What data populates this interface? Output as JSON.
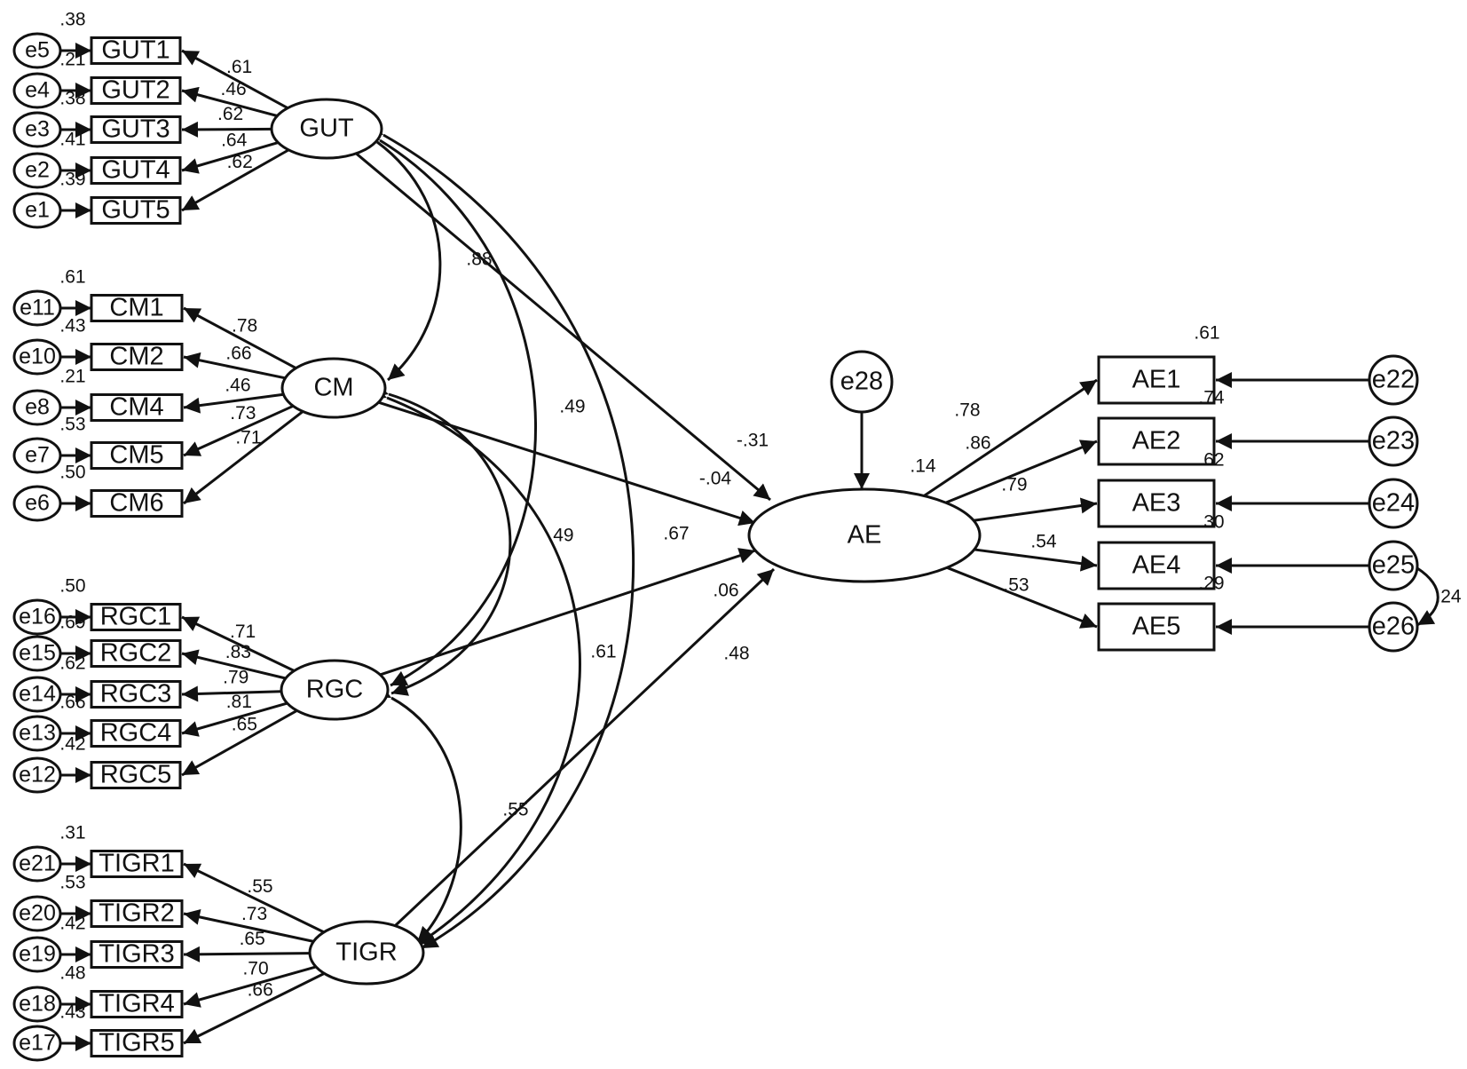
{
  "diagram": {
    "latents": [
      {
        "id": "GUT",
        "label": "GUT"
      },
      {
        "id": "CM",
        "label": "CM"
      },
      {
        "id": "RGC",
        "label": "RGC"
      },
      {
        "id": "TIGR",
        "label": "TIGR"
      },
      {
        "id": "AE",
        "label": "AE"
      }
    ],
    "indicators": [
      {
        "id": "GUT1",
        "label": "GUT1",
        "error": "e5",
        "r2": ".38",
        "loading": ".61"
      },
      {
        "id": "GUT2",
        "label": "GUT2",
        "error": "e4",
        "r2": ".21",
        "loading": ".46"
      },
      {
        "id": "GUT3",
        "label": "GUT3",
        "error": "e3",
        "r2": ".38",
        "loading": ".62"
      },
      {
        "id": "GUT4",
        "label": "GUT4",
        "error": "e2",
        "r2": ".41",
        "loading": ".64"
      },
      {
        "id": "GUT5",
        "label": "GUT5",
        "error": "e1",
        "r2": ".39",
        "loading": ".62"
      },
      {
        "id": "CM1",
        "label": "CM1",
        "error": "e11",
        "r2": ".61",
        "loading": ".78"
      },
      {
        "id": "CM2",
        "label": "CM2",
        "error": "e10",
        "r2": ".43",
        "loading": ".66"
      },
      {
        "id": "CM4",
        "label": "CM4",
        "error": "e8",
        "r2": ".21",
        "loading": ".46"
      },
      {
        "id": "CM5",
        "label": "CM5",
        "error": "e7",
        "r2": ".53",
        "loading": ".73"
      },
      {
        "id": "CM6",
        "label": "CM6",
        "error": "e6",
        "r2": ".50",
        "loading": ".71"
      },
      {
        "id": "RGC1",
        "label": "RGC1",
        "error": "e16",
        "r2": ".50",
        "loading": ".71"
      },
      {
        "id": "RGC2",
        "label": "RGC2",
        "error": "e15",
        "r2": ".69",
        "loading": ".83"
      },
      {
        "id": "RGC3",
        "label": "RGC3",
        "error": "e14",
        "r2": ".62",
        "loading": ".79"
      },
      {
        "id": "RGC4",
        "label": "RGC4",
        "error": "e13",
        "r2": ".66",
        "loading": ".81"
      },
      {
        "id": "RGC5",
        "label": "RGC5",
        "error": "e12",
        "r2": ".42",
        "loading": ".65"
      },
      {
        "id": "TIGR1",
        "label": "TIGR1",
        "error": "e21",
        "r2": ".31",
        "loading": ".55"
      },
      {
        "id": "TIGR2",
        "label": "TIGR2",
        "error": "e20",
        "r2": ".53",
        "loading": ".73"
      },
      {
        "id": "TIGR3",
        "label": "TIGR3",
        "error": "e19",
        "r2": ".42",
        "loading": ".65"
      },
      {
        "id": "TIGR4",
        "label": "TIGR4",
        "error": "e18",
        "r2": ".48",
        "loading": ".70"
      },
      {
        "id": "TIGR5",
        "label": "TIGR5",
        "error": "e17",
        "r2": ".43",
        "loading": ".66"
      },
      {
        "id": "AE1",
        "label": "AE1",
        "error": "e22",
        "r2": ".61",
        "loading": ".78"
      },
      {
        "id": "AE2",
        "label": "AE2",
        "error": "e23",
        "r2": ".74",
        "loading": ".86"
      },
      {
        "id": "AE3",
        "label": "AE3",
        "error": "e24",
        "r2": ".62",
        "loading": ".79"
      },
      {
        "id": "AE4",
        "label": "AE4",
        "error": "e25",
        "r2": ".30",
        "loading": ".54"
      },
      {
        "id": "AE5",
        "label": "AE5",
        "error": "e26",
        "r2": ".29",
        "loading": ".53"
      }
    ],
    "ae_error": "e28",
    "ae_r2": ".14",
    "residual_covariance": {
      "from": "e25",
      "to": "e26",
      "value": ".24"
    },
    "paths": [
      {
        "from": "GUT",
        "to": "AE",
        "value": "-.31"
      },
      {
        "from": "CM",
        "to": "AE",
        "value": "-.04"
      },
      {
        "from": "RGC",
        "to": "AE",
        "value": ".06"
      },
      {
        "from": "TIGR",
        "to": "AE",
        "value": ".48"
      }
    ],
    "correlations": [
      {
        "a": "GUT",
        "b": "CM",
        "value": ".88"
      },
      {
        "a": "GUT",
        "b": "RGC",
        "value": ".49"
      },
      {
        "a": "GUT",
        "b": "TIGR",
        "value": ".67"
      },
      {
        "a": "CM",
        "b": "RGC",
        "value": ".49"
      },
      {
        "a": "CM",
        "b": "TIGR",
        "value": ".61"
      },
      {
        "a": "RGC",
        "b": "TIGR",
        "value": ".55"
      }
    ]
  }
}
